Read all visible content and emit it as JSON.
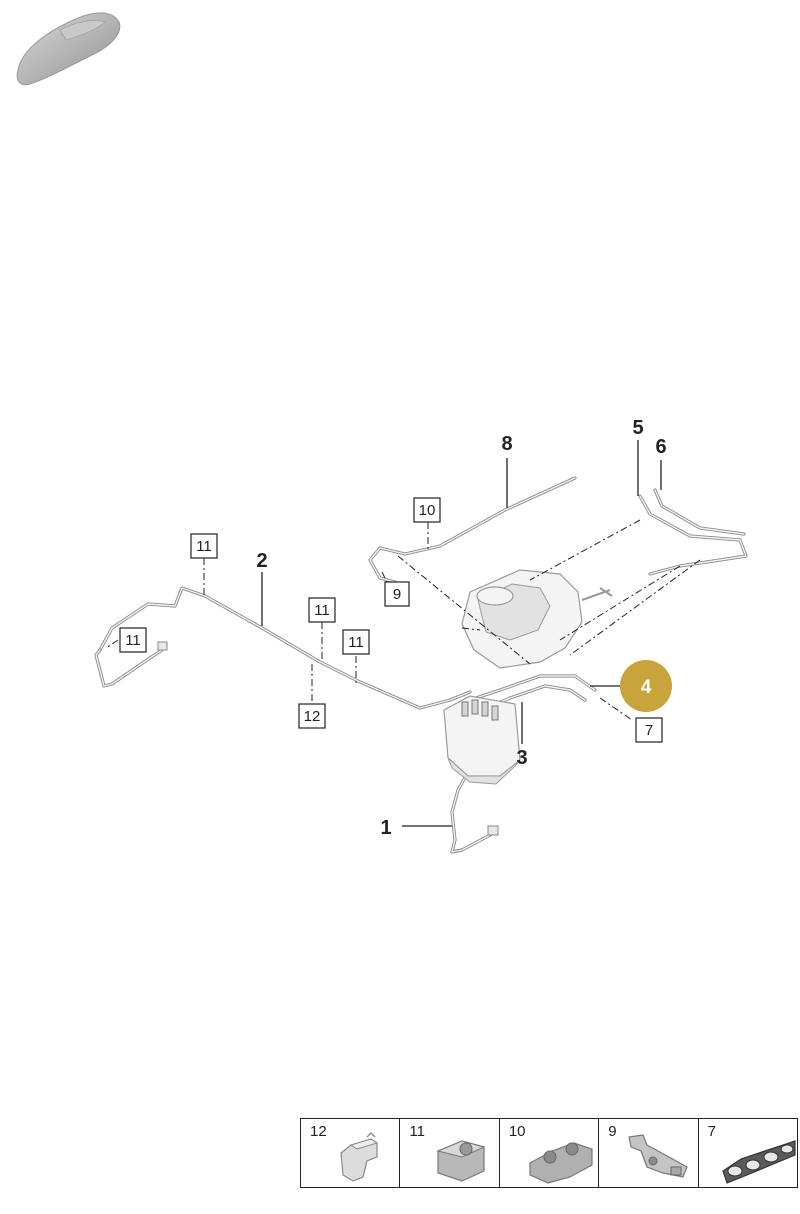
{
  "callouts": {
    "c1": "1",
    "c2": "2",
    "c3": "3",
    "c4": "4",
    "c5": "5",
    "c6": "6",
    "c8": "8"
  },
  "boxed_refs": {
    "b7": "7",
    "b9": "9",
    "b10": "10",
    "b11a": "11",
    "b11b": "11",
    "b11c": "11",
    "b11d": "11",
    "b12": "12"
  },
  "legend": [
    {
      "number": "12",
      "icon": "clip-12-icon"
    },
    {
      "number": "11",
      "icon": "clip-11-icon"
    },
    {
      "number": "10",
      "icon": "clip-10-icon"
    },
    {
      "number": "9",
      "icon": "clip-9-icon"
    },
    {
      "number": "7",
      "icon": "clip-7-icon"
    }
  ],
  "colors": {
    "highlight": "#c9a43a",
    "line": "#222222",
    "pipe": "#8a8a8a"
  }
}
